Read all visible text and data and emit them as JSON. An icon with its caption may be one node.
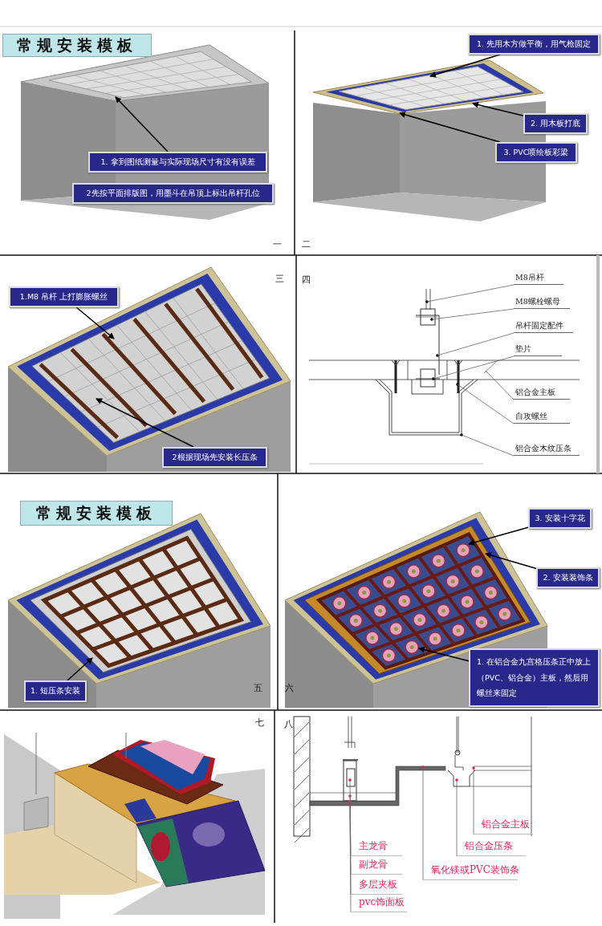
{
  "diagram": {
    "nodes": [
      {
        "text": [
          "常规安装模板"
        ]
      },
      {
        "text": [
          "1. 拿到图纸测量与实际现场尺寸有没有误差"
        ]
      },
      {
        "text": [
          "2先按平面排版图，用墨斗在吊顶上标出吊杆孔位"
        ]
      },
      {
        "text": [
          "1. 先用木方做平衡，用气枪固定"
        ]
      },
      {
        "text": [
          "2. 用木板打底"
        ]
      },
      {
        "text": [
          "3. PVC喷绘板彩梁"
        ]
      },
      {
        "text": [
          "1.M8 吊杆 上打膨胀螺丝"
        ]
      },
      {
        "text": [
          "2根据现场先安装长压条"
        ]
      },
      {
        "text": [
          "M8吊杆"
        ]
      },
      {
        "text": [
          "M8螺栓螺母"
        ]
      },
      {
        "text": [
          "吊杆固定配件"
        ]
      },
      {
        "text": [
          "垫片"
        ]
      },
      {
        "text": [
          "铝合金主板"
        ]
      },
      {
        "text": [
          "自攻螺丝"
        ]
      },
      {
        "text": [
          "铝合金木纹压条"
        ]
      },
      {
        "text": [
          "常规安装模板"
        ]
      },
      {
        "text": [
          "1. 短压条安装"
        ]
      },
      {
        "text": [
          "3. 安装十字花"
        ]
      },
      {
        "text": [
          "2. 安装装饰条"
        ]
      },
      {
        "text": [
          "1. 在铝合金九宫格压条正中放上（PVC、铝合金）主板，然后用螺丝来固定"
        ]
      },
      {
        "text": [
          "主龙骨"
        ]
      },
      {
        "text": [
          "副龙骨"
        ]
      },
      {
        "text": [
          "多层夹板"
        ]
      },
      {
        "text": [
          "pvc饰面板"
        ]
      },
      {
        "text": [
          "氧化镁或PVC装饰条"
        ]
      },
      {
        "text": [
          "铝合金压条"
        ]
      },
      {
        "text": [
          "铝合金主板"
        ]
      }
    ],
    "edges": [
      {
        "from": 1,
        "to": null,
        "arrow": "to",
        "color": "#000000"
      },
      {
        "from": 3,
        "to": null,
        "arrow": "to",
        "color": "#000000"
      },
      {
        "from": 4,
        "to": null,
        "arrow": "to",
        "color": "#000000"
      },
      {
        "from": 5,
        "to": null,
        "arrow": "to",
        "color": "#000000"
      },
      {
        "from": 6,
        "to": null,
        "arrow": "to",
        "color": "#000000"
      },
      {
        "from": 7,
        "to": null,
        "arrow": "to",
        "color": "#000000"
      },
      {
        "from": 8,
        "to": null,
        "arrow": "none"
      },
      {
        "from": 9,
        "to": null,
        "arrow": "none"
      },
      {
        "from": 10,
        "to": null,
        "arrow": "none"
      },
      {
        "from": 11,
        "to": null,
        "arrow": "none"
      },
      {
        "from": 12,
        "to": null,
        "arrow": "none"
      },
      {
        "from": 13,
        "to": null,
        "arrow": "none"
      },
      {
        "from": 14,
        "to": null,
        "arrow": "none"
      },
      {
        "from": 16,
        "to": null,
        "arrow": "to",
        "color": "#000000"
      },
      {
        "from": 17,
        "to": null,
        "arrow": "to",
        "color": "#000000"
      },
      {
        "from": 18,
        "to": null,
        "arrow": "to",
        "color": "#000000"
      },
      {
        "from": 19,
        "to": null,
        "arrow": "to",
        "color": "#000000"
      },
      {
        "from": 20,
        "to": null,
        "arrow": "none"
      },
      {
        "from": 21,
        "to": null,
        "arrow": "none"
      },
      {
        "from": 22,
        "to": null,
        "arrow": "none"
      },
      {
        "from": 23,
        "to": null,
        "arrow": "none"
      },
      {
        "from": 24,
        "to": null,
        "arrow": "none"
      },
      {
        "from": 25,
        "to": null,
        "arrow": "none"
      },
      {
        "from": 26,
        "to": null,
        "arrow": "none"
      }
    ],
    "labels": [
      "一",
      "二",
      "三",
      "四",
      "五",
      "六",
      "七",
      "八"
    ]
  }
}
